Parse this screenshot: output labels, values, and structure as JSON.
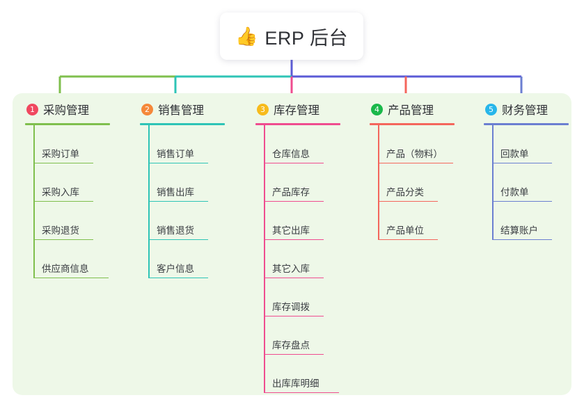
{
  "title": {
    "icon": "thumbs-up-emoji",
    "emoji": "👍",
    "text": "ERP 后台"
  },
  "colors": {
    "panel_background": "#eef8e8",
    "page_background": "#ffffff",
    "title_text": "#2f3136",
    "root_connector": "#5b5bd6"
  },
  "columns": [
    {
      "number": "1",
      "title": "采购管理",
      "badge_color": "#f0485f",
      "line_color": "#7fbf4d",
      "items": [
        {
          "label": "采购订单"
        },
        {
          "label": "采购入库"
        },
        {
          "label": "采购退货"
        },
        {
          "label": "供应商信息",
          "wide": true
        }
      ]
    },
    {
      "number": "2",
      "title": "销售管理",
      "badge_color": "#f5883a",
      "line_color": "#2ec4b6",
      "items": [
        {
          "label": "销售订单"
        },
        {
          "label": "销售出库"
        },
        {
          "label": "销售退货"
        },
        {
          "label": "客户信息"
        }
      ]
    },
    {
      "number": "3",
      "title": "库存管理",
      "badge_color": "#f7bb1c",
      "line_color": "#ef4c8f",
      "items": [
        {
          "label": "仓库信息"
        },
        {
          "label": "产品库存"
        },
        {
          "label": "其它出库"
        },
        {
          "label": "其它入库"
        },
        {
          "label": "库存调拨"
        },
        {
          "label": "库存盘点"
        },
        {
          "label": "出库库明细",
          "wide": true
        }
      ]
    },
    {
      "number": "4",
      "title": "产品管理",
      "badge_color": "#1ab84a",
      "line_color": "#f4665c",
      "items": [
        {
          "label": "产品（物料）",
          "wide": true
        },
        {
          "label": "产品分类"
        },
        {
          "label": "产品单位"
        }
      ]
    },
    {
      "number": "5",
      "title": "财务管理",
      "badge_color": "#27b6ea",
      "line_color": "#6b7fd1",
      "items": [
        {
          "label": "回款单"
        },
        {
          "label": "付款单"
        },
        {
          "label": "结算账户"
        }
      ]
    }
  ]
}
